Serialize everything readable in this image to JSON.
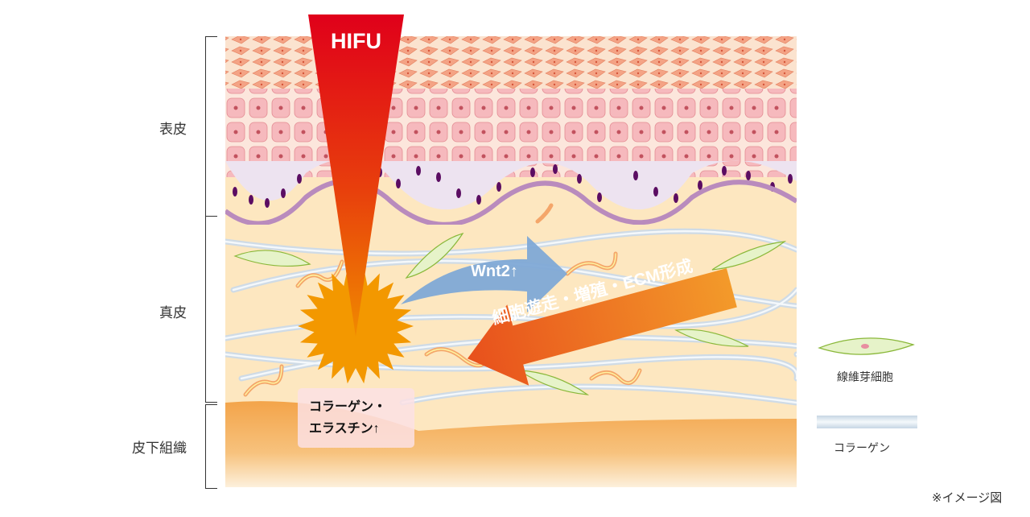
{
  "layers": {
    "epidermis": "表皮",
    "dermis": "真皮",
    "subcutis": "皮下組織"
  },
  "hifu_label": "HIFU",
  "wnt2_label": "Wnt2↑",
  "ecm_label": "細胞遊走・増殖・ECM形成",
  "collagen_box": {
    "line1": "コラーゲン・",
    "line2": "エラスチン↑"
  },
  "legend": {
    "fibroblast": "線維芽細胞",
    "collagen": "コラーゲン"
  },
  "note": "※イメージ図",
  "colors": {
    "hifu_top": "#e0001a",
    "hifu_bottom": "#f08a00",
    "burst": "#f39800",
    "wnt_arrow": "#7fa9d6",
    "ecm_arrow": "#e8561e",
    "dermis": "#fde7c0",
    "subcutis": "#f3a44a"
  }
}
